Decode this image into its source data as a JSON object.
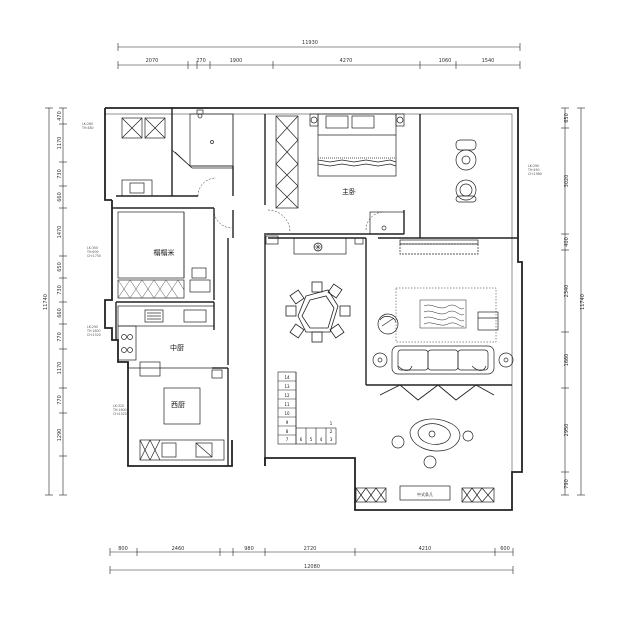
{
  "dimensions": {
    "top_total": "11930",
    "top_segments": [
      "2070",
      "270",
      "1900",
      "4270",
      "1060",
      "1540"
    ],
    "bottom_segments": [
      "800",
      "2460",
      "980",
      "2720",
      "4210",
      "600"
    ],
    "bottom_total": "12080",
    "left_total": "11740",
    "left_segments": [
      "470",
      "1170",
      "730",
      "660",
      "1470",
      "650",
      "730",
      "660",
      "770",
      "1170",
      "770",
      "1290"
    ],
    "right_total": "11740",
    "right_segments": [
      "650",
      "3020",
      "400",
      "2340",
      "1660",
      "2950",
      "790"
    ]
  },
  "rooms": {
    "master_bedroom": "主卧",
    "walk_in_storage": "榻榻米",
    "chinese_kitchen": "中厨",
    "western_kitchen": "西厨"
  },
  "window_notes": [
    {
      "l1": "LK:260",
      "l2": "TH:480"
    },
    {
      "l1": "LK:300",
      "l2": "TH:600",
      "l3": "CH:1750"
    },
    {
      "l1": "LK:290",
      "l2": "TH:1600",
      "l3": "CH:1520"
    },
    {
      "l1": "LK:320",
      "l2": "TH:1600",
      "l3": "CH:1520"
    },
    {
      "l1": "LK:290",
      "l2": "TH:490",
      "l3": "CH:1980"
    }
  ],
  "stairs": {
    "numbers": [
      "14",
      "13",
      "12",
      "11",
      "10",
      "9",
      "8",
      "7",
      "6",
      "5",
      "4",
      "3",
      "2",
      "1"
    ]
  },
  "tv_cabinet_label": "中式条几"
}
